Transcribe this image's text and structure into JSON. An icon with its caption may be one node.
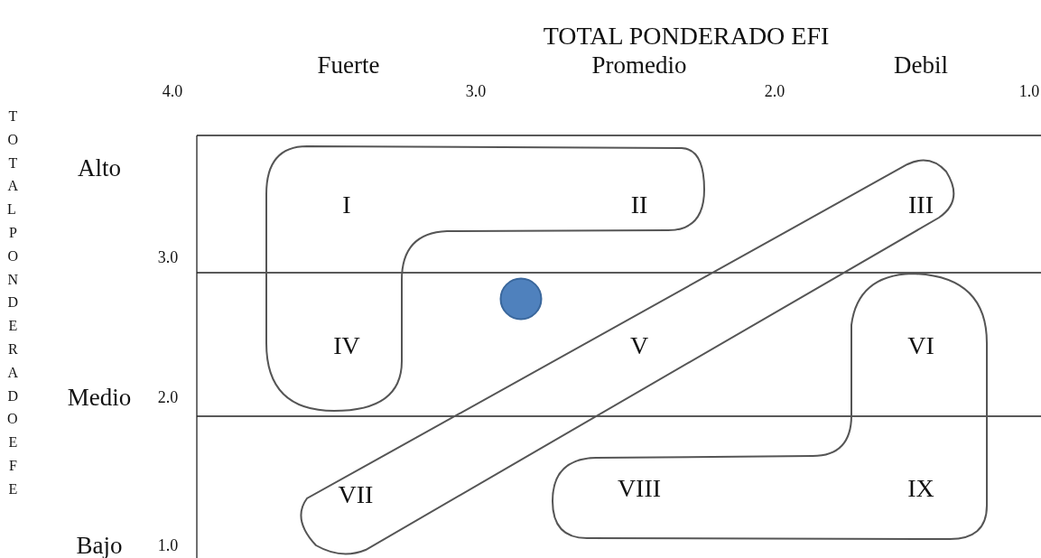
{
  "diagram": {
    "title": "TOTAL PONDERADO EFI",
    "nodes": [
      {
        "text": [
          "I",
          "II",
          "IV"
        ]
      },
      {
        "text": [
          "III",
          "V",
          "VII"
        ]
      },
      {
        "text": [
          "VI",
          "VIII",
          "IX"
        ]
      },
      {
        "text": [],
        "shape": "circle"
      }
    ],
    "edges": [],
    "labels": [
      "Fuerte",
      "Promedio",
      "Debil",
      "4.0",
      "3.0",
      "2.0",
      "1.0",
      "TOTAL PONDERADO EFE",
      "Alto",
      "3.0",
      "Medio",
      "2.0",
      "Bajo",
      "1.0"
    ]
  }
}
